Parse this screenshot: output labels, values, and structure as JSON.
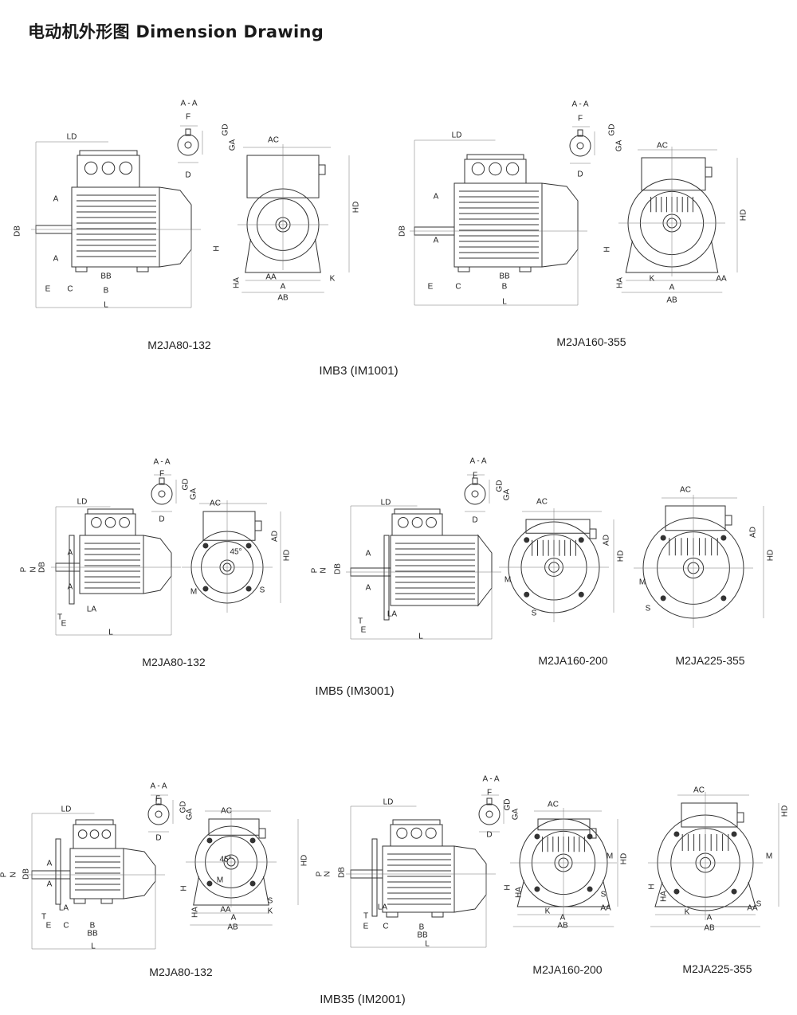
{
  "title": "电动机外形图  Dimension Drawing",
  "sections": [
    {
      "name": "IMB3 (IM1001)"
    },
    {
      "name": "IMB5 (IM3001)"
    },
    {
      "name": "IMB35 (IM2001)"
    }
  ],
  "models": [
    {
      "caption": "M2JA80-132",
      "side_labels": [
        "LD",
        "DB",
        "E",
        "C",
        "BB",
        "B",
        "L",
        "A",
        "A"
      ],
      "section_labels": [
        "A - A",
        "F",
        "GD",
        "GA",
        "D"
      ],
      "front_labels": [
        "AC",
        "HD",
        "H",
        "HA",
        "AA",
        "K",
        "A",
        "AB"
      ]
    },
    {
      "caption": "M2JA160-355",
      "side_labels": [
        "LD",
        "DB",
        "E",
        "C",
        "BB",
        "B",
        "L",
        "A",
        "A"
      ],
      "section_labels": [
        "A - A",
        "F",
        "GD",
        "GA",
        "D"
      ],
      "front_labels": [
        "AC",
        "HD",
        "H",
        "HA",
        "K",
        "AA",
        "A",
        "AB"
      ]
    },
    {
      "caption": "M2JA80-132",
      "side_labels": [
        "LD",
        "P",
        "N",
        "DB",
        "A",
        "A",
        "LA",
        "T",
        "E",
        "L"
      ],
      "section_labels": [
        "A - A",
        "F",
        "GD",
        "GA",
        "D"
      ],
      "front_labels": [
        "AC",
        "AD",
        "HD",
        "45°",
        "M",
        "S"
      ]
    },
    {
      "caption": "M2JA160-200",
      "side_labels": [
        "LD",
        "P",
        "N",
        "DB",
        "A",
        "A",
        "LA",
        "T",
        "E",
        "L"
      ],
      "section_labels": [
        "A - A",
        "F",
        "GD",
        "GA",
        "D"
      ],
      "front_labels": [
        "AC",
        "AD",
        "HD",
        "M",
        "S"
      ]
    },
    {
      "caption": "M2JA225-355",
      "side_labels": [],
      "section_labels": [],
      "front_labels": [
        "AC",
        "AD",
        "HD",
        "M",
        "S"
      ]
    },
    {
      "caption": "M2JA80-132",
      "side_labels": [
        "LD",
        "P",
        "N",
        "DB",
        "A",
        "A",
        "LA",
        "T",
        "E",
        "C",
        "B",
        "BB",
        "L"
      ],
      "section_labels": [
        "A - A",
        "F",
        "GD",
        "GA",
        "D"
      ],
      "front_labels": [
        "AC",
        "HD",
        "45°",
        "M",
        "H",
        "S",
        "HA",
        "AA",
        "K",
        "A",
        "AB"
      ]
    },
    {
      "caption": "M2JA160-200",
      "side_labels": [
        "LD",
        "P",
        "N",
        "DB",
        "LA",
        "T",
        "E",
        "C",
        "B",
        "BB",
        "L"
      ],
      "section_labels": [
        "A - A",
        "F",
        "GD",
        "GA",
        "D"
      ],
      "front_labels": [
        "AC",
        "HD",
        "M",
        "H",
        "HA",
        "S",
        "K",
        "AA",
        "A",
        "AB"
      ]
    },
    {
      "caption": "M2JA225-355",
      "side_labels": [],
      "section_labels": [],
      "front_labels": [
        "AC",
        "HD",
        "M",
        "S",
        "H",
        "HA",
        "K",
        "AA",
        "A",
        "AB"
      ]
    }
  ]
}
